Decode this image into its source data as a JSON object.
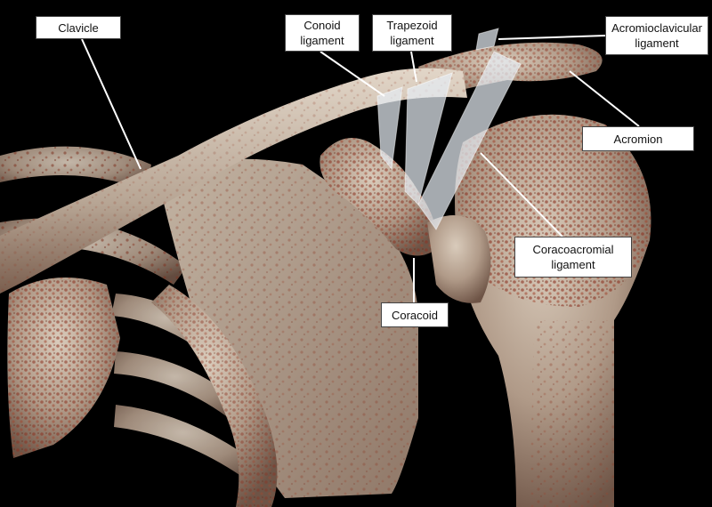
{
  "image": {
    "subject": "3D volume-rendered CT of shoulder (clavicle, coracoid, acromion, humerus) with ligaments overlaid",
    "colors": {
      "background": "#000000",
      "bone": "#b8a898",
      "bone_speckle": "#8c3a26",
      "ligament": "#e4ecf2"
    }
  },
  "labels": {
    "clavicle": [
      "Clavicle"
    ],
    "conoid": [
      "Conoid",
      "ligament"
    ],
    "trapezoid": [
      "Trapezoid",
      "ligament"
    ],
    "acromioclavicular": [
      "Acromioclavicular",
      "ligament"
    ],
    "acromion": [
      "Acromion"
    ],
    "coracoacromial": [
      "Coracoacromial",
      "ligament"
    ],
    "coracoid": [
      "Coracoid"
    ]
  }
}
